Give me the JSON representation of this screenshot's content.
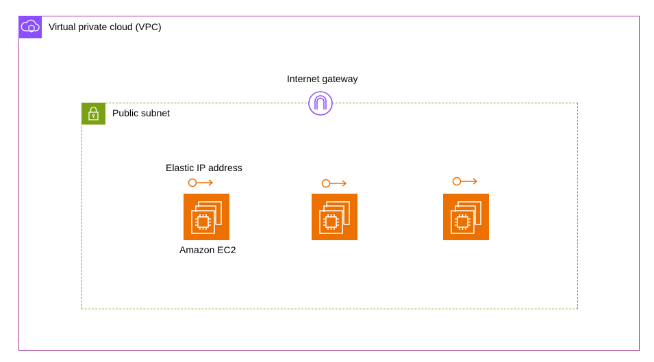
{
  "vpc": {
    "label": "Virtual private cloud (VPC)",
    "icon": "vpc-cloud-icon",
    "color": "#8c4fff",
    "border_color": "#a3339e"
  },
  "subnet": {
    "label": "Public subnet",
    "icon": "lock-icon",
    "color": "#7aa116"
  },
  "internet_gateway": {
    "label": "Internet gateway",
    "icon": "internet-gateway-icon",
    "color": "#8c4fff"
  },
  "elastic_ip": {
    "label": "Elastic IP address",
    "icon": "elastic-ip-icon",
    "color": "#ed7100"
  },
  "instances": [
    {
      "label": "Amazon EC2",
      "icon": "ec2-chip-icon"
    },
    {
      "label": "",
      "icon": "ec2-chip-icon"
    },
    {
      "label": "",
      "icon": "ec2-chip-icon"
    }
  ],
  "ec2_color": "#ed7100"
}
